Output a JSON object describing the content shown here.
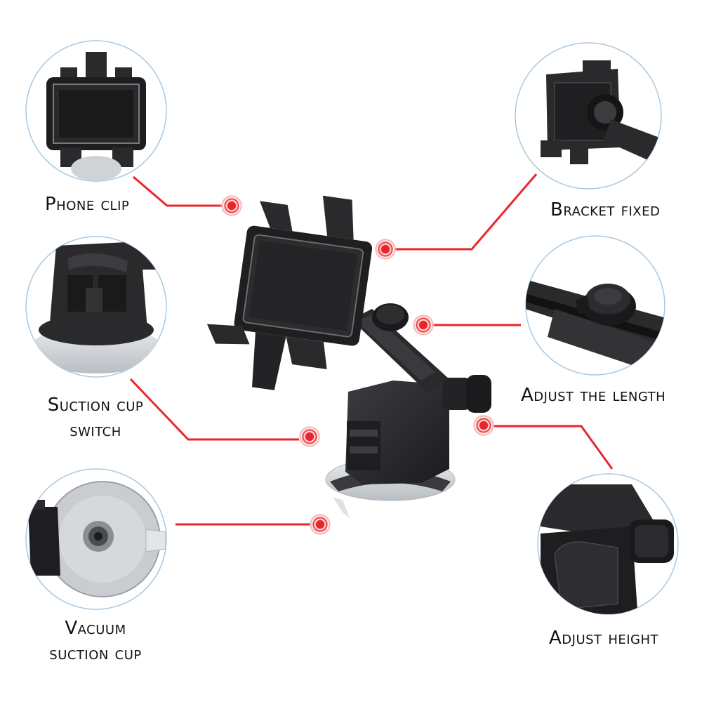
{
  "labels": {
    "phone_clip": "Phone clip",
    "bracket_fixed": "Bracket fixed",
    "adjust_length": "Adjust the length",
    "suction_switch_line1": "Suction cup",
    "suction_switch_line2": "switch",
    "adjust_height": "Adjust height",
    "vacuum_line1": "Vacuum",
    "vacuum_line2": "suction cup"
  },
  "colors": {
    "callout_line": "#e8262a",
    "circle_border": "#a9c8e0",
    "product_body": "#2b2b2d",
    "product_highlight": "#5a5a5e",
    "suction_cup": "#d9dcdf"
  },
  "icons": [
    "target-marker-icon"
  ]
}
